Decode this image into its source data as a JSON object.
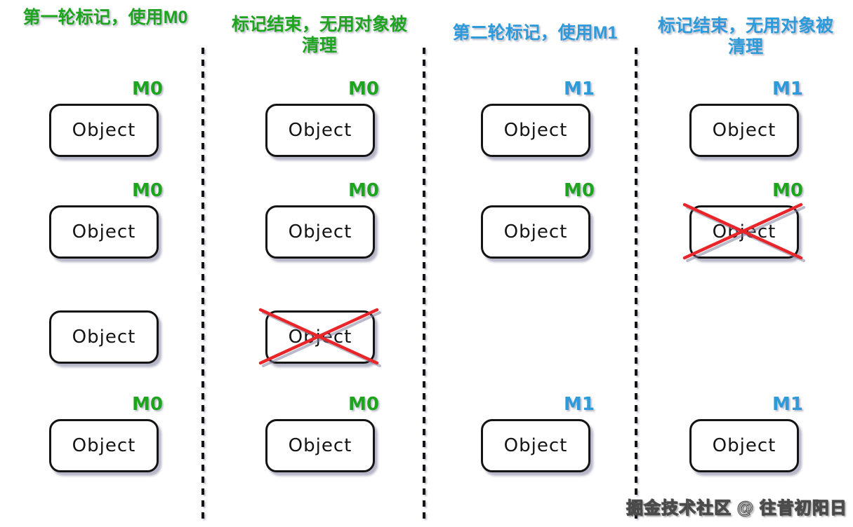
{
  "palette": {
    "green": "#1ea41e",
    "blue": "#2e9ad9",
    "cross_red": "#e8262a",
    "box_border": "#141414"
  },
  "watermark": {
    "text": "掘金技术社区 @ 往昔初阳日"
  },
  "columns": [
    {
      "id": "round1-mark",
      "header": "第一轮标记，使用M0",
      "color": "green",
      "cells": [
        {
          "row": 0,
          "text": "Object",
          "marker": "M0",
          "marker_color": "green",
          "crossed": false
        },
        {
          "row": 1,
          "text": "Object",
          "marker": "M0",
          "marker_color": "green",
          "crossed": false
        },
        {
          "row": 2,
          "text": "Object",
          "marker": "",
          "marker_color": "",
          "crossed": false
        },
        {
          "row": 3,
          "text": "Object",
          "marker": "M0",
          "marker_color": "green",
          "crossed": false
        }
      ]
    },
    {
      "id": "round1-sweep",
      "header": "标记结束，无用对象被清理",
      "color": "green",
      "cells": [
        {
          "row": 0,
          "text": "Object",
          "marker": "M0",
          "marker_color": "green",
          "crossed": false
        },
        {
          "row": 1,
          "text": "Object",
          "marker": "M0",
          "marker_color": "green",
          "crossed": false
        },
        {
          "row": 2,
          "text": "Object",
          "marker": "",
          "marker_color": "",
          "crossed": true
        },
        {
          "row": 3,
          "text": "Object",
          "marker": "M0",
          "marker_color": "green",
          "crossed": false
        }
      ]
    },
    {
      "id": "round2-mark",
      "header": "第二轮标记，使用M1",
      "color": "blue",
      "cells": [
        {
          "row": 0,
          "text": "Object",
          "marker": "M1",
          "marker_color": "blue",
          "crossed": false
        },
        {
          "row": 1,
          "text": "Object",
          "marker": "M0",
          "marker_color": "green",
          "crossed": false
        },
        {
          "row": 3,
          "text": "Object",
          "marker": "M1",
          "marker_color": "blue",
          "crossed": false
        }
      ]
    },
    {
      "id": "round2-sweep",
      "header": "标记结束，无用对象被清理",
      "color": "blue",
      "cells": [
        {
          "row": 0,
          "text": "Object",
          "marker": "M1",
          "marker_color": "blue",
          "crossed": false
        },
        {
          "row": 1,
          "text": "Object",
          "marker": "M0",
          "marker_color": "green",
          "crossed": true
        },
        {
          "row": 3,
          "text": "Object",
          "marker": "M1",
          "marker_color": "blue",
          "crossed": false
        }
      ]
    }
  ]
}
